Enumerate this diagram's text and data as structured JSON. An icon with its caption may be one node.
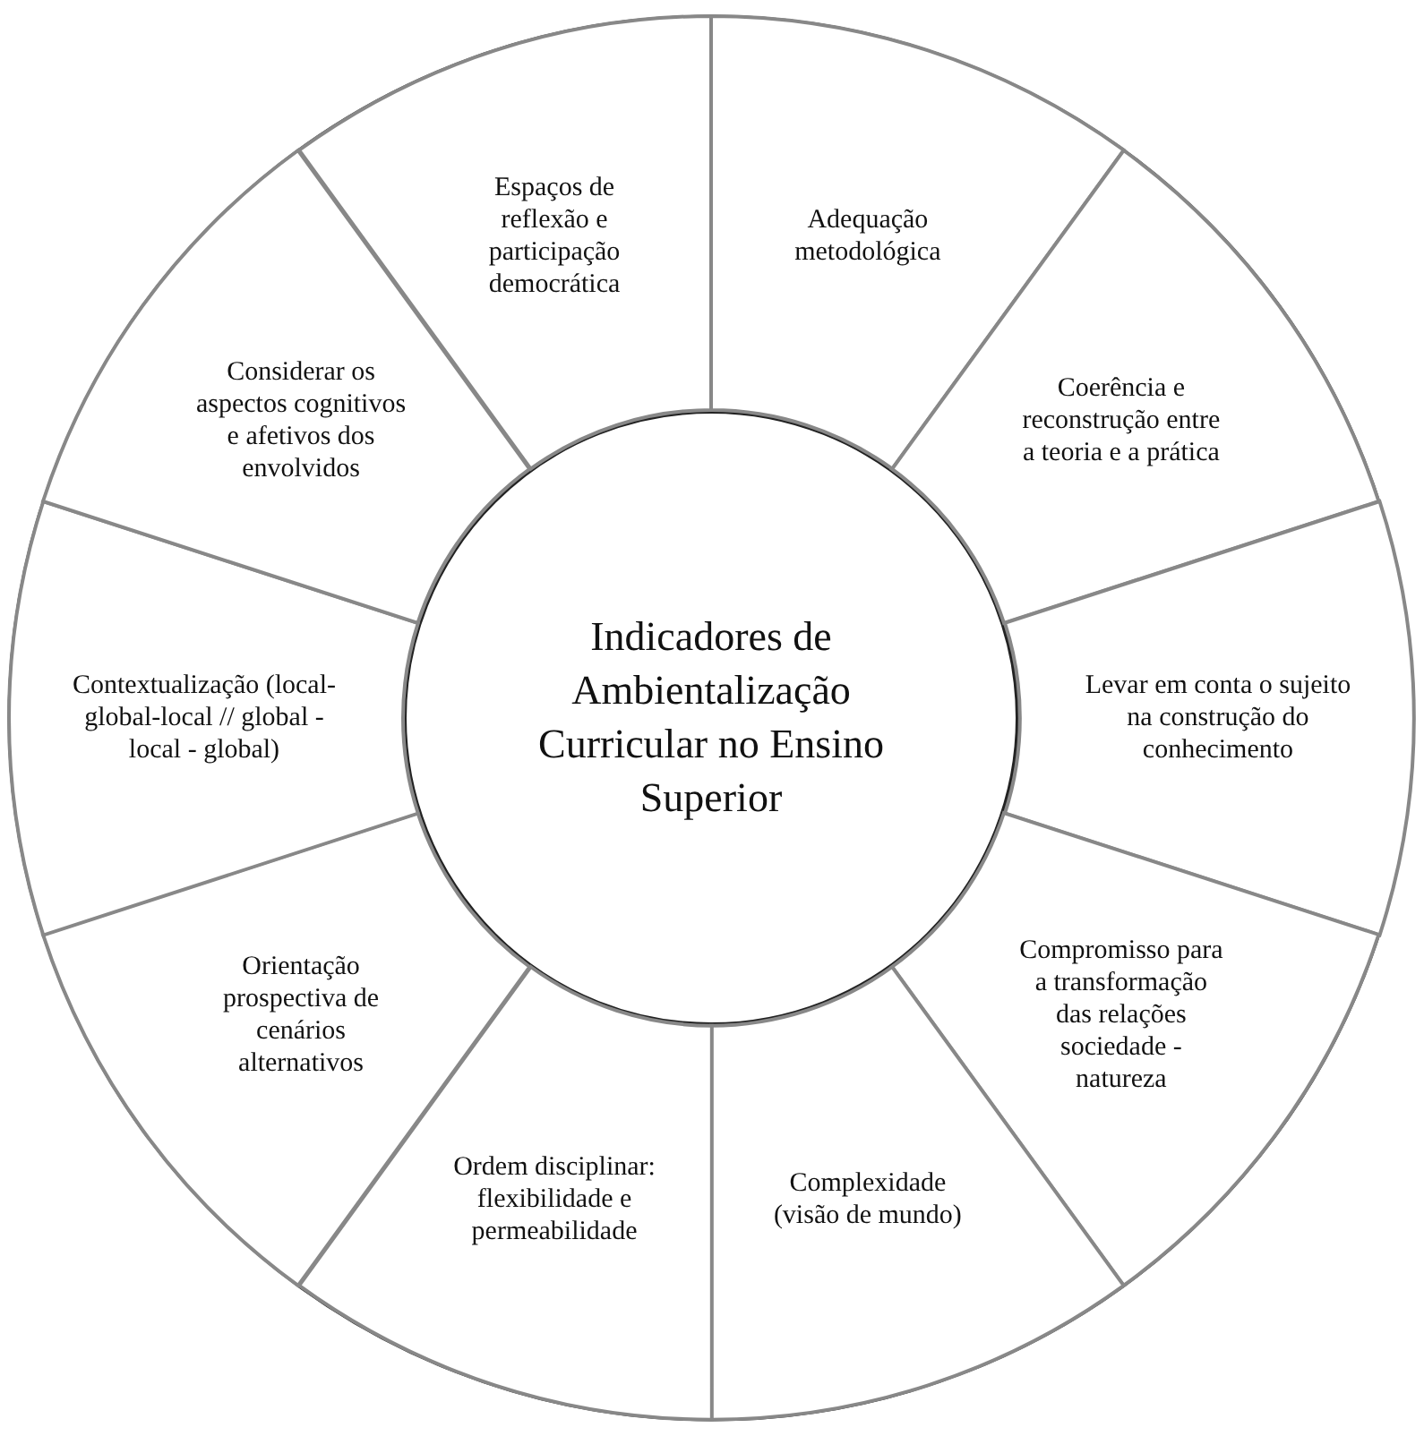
{
  "diagram": {
    "nodes": [
      {
        "text": [
          "Indicadores de Ambientalização Curricular no Ensino Superior"
        ]
      },
      {
        "text": [
          "Espaços de reflexão e participação democrática"
        ]
      },
      {
        "text": [
          "Adequação metodológica"
        ]
      },
      {
        "text": [
          "Coerência e reconstrução entre a teoria e a prática"
        ]
      },
      {
        "text": [
          "Levar em conta o sujeito na construção do conhecimento"
        ]
      },
      {
        "text": [
          "Compromisso para a transformação das relações sociedade - natureza"
        ]
      },
      {
        "text": [
          "Complexidade (visão de mundo)"
        ]
      },
      {
        "text": [
          "Ordem disciplinar: flexibilidade e permeabilidade"
        ]
      },
      {
        "text": [
          "Orientação prospectiva de cenários alternativos"
        ]
      },
      {
        "text": [
          "Contextualização (local-global-local // global - local - global)"
        ]
      },
      {
        "text": [
          "Considerar os aspectos cognitivos e afetivos dos envolvidos"
        ]
      }
    ],
    "edges": []
  }
}
